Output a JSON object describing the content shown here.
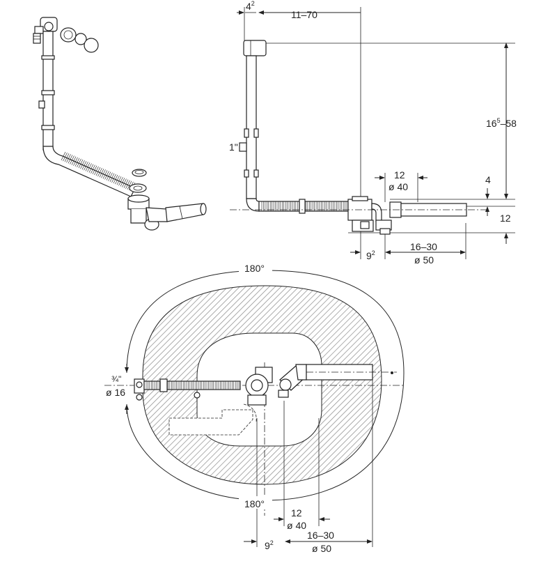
{
  "colors": {
    "line": "#222222",
    "hatch": "#8a8a8a",
    "background": "#ffffff"
  },
  "labels": {
    "top_left_sup_base": "4",
    "top_left_sup": "2",
    "top_span": "11–70",
    "height_base": "16",
    "height_sup": "5",
    "height_rest": "–58",
    "thread": "1\"",
    "side_12": "12",
    "side_d40": "ø 40",
    "side_4": "4",
    "side_right_12": "12",
    "side_9_base": "9",
    "side_9_sup": "2",
    "side_1630": "16–30",
    "side_d50": "ø 50",
    "plan_top_angle": "180°",
    "plan_bottom_angle": "180°",
    "plan_thread": "¾\"",
    "plan_d16": "ø 16",
    "plan_12": "12",
    "plan_d40": "ø 40",
    "plan_9_base": "9",
    "plan_9_sup": "2",
    "plan_1630": "16–30",
    "plan_d50": "ø 50"
  }
}
